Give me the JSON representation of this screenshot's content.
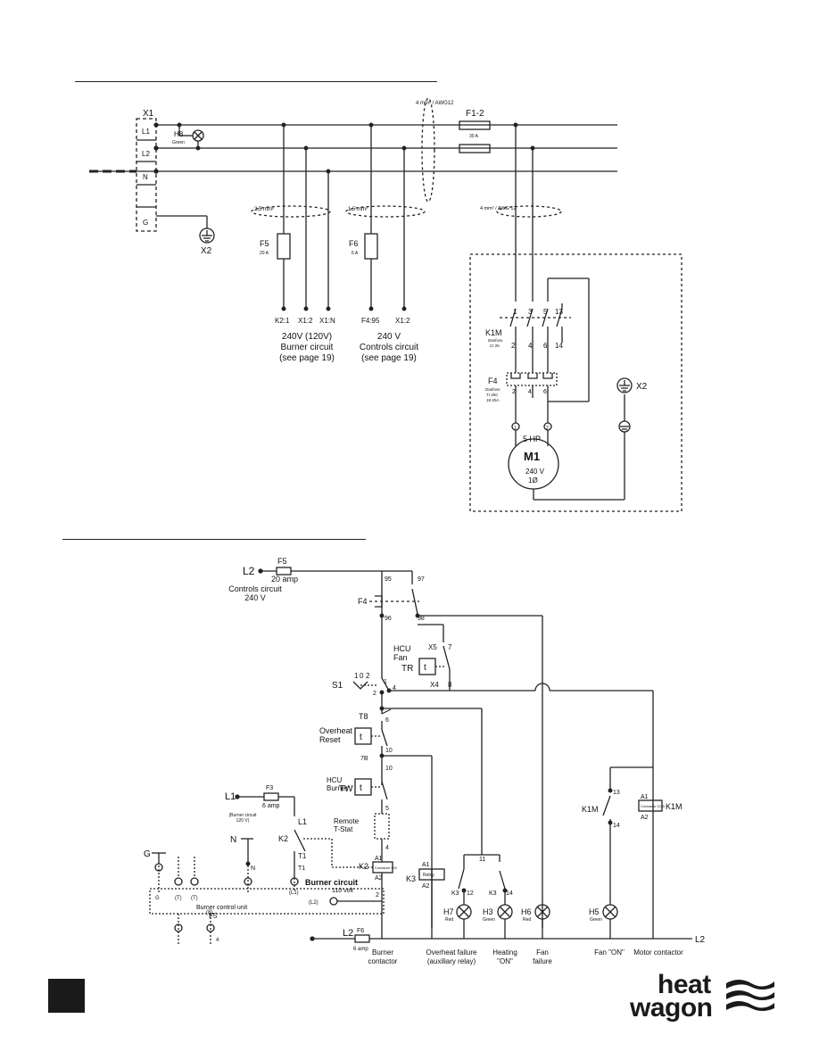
{
  "top_diagram": {
    "terminal_strip": {
      "name": "X1",
      "terminals": [
        "L1",
        "L2",
        "N",
        "G"
      ]
    },
    "pilot_light": {
      "name": "H8",
      "color": "Green"
    },
    "ground": {
      "name": "X2"
    },
    "cable_main": "4 mm² / AWG12",
    "cable_burner": "2,5 mm²",
    "cable_controls": "1,5 mm²",
    "cable_motor": "4 mm² / AWG 12",
    "fuse_main": {
      "name": "F1-2",
      "rating": "30 A"
    },
    "fuse_burner": {
      "name": "F5",
      "rating": "20 A"
    },
    "fuse_controls": {
      "name": "F6",
      "rating": "6 A"
    },
    "burner_terminals": [
      "K2:1",
      "X1:2",
      "X1:N"
    ],
    "controls_terminals": [
      "F4:95",
      "X1:2"
    ],
    "burner_caption": [
      "240V (120V)",
      "Burner circuit",
      "(see page 19)"
    ],
    "controls_caption": [
      "240 V",
      "Controls circuit",
      "(see page 19)"
    ],
    "contactor": {
      "name": "K1M",
      "maker": "Danfoss",
      "model": "CI 25",
      "top_pins": [
        "1",
        "3",
        "5",
        "13"
      ],
      "bottom_pins": [
        "2",
        "4",
        "6",
        "14"
      ]
    },
    "overload": {
      "name": "F4",
      "maker": "Danfoss",
      "model": "TI 25C",
      "range": "18-25A",
      "pins": [
        "2",
        "4",
        "6"
      ]
    },
    "motor": {
      "name": "M1",
      "power": "5 HP",
      "voltage": "240 V",
      "phase": "1Ø",
      "terminals": [
        "1",
        "2"
      ]
    },
    "motor_ground": "X2"
  },
  "bottom_diagram": {
    "supply": {
      "line": "L2",
      "fuse": "F5",
      "rating": "20 amp",
      "caption": [
        "Controls circuit",
        "240 V"
      ]
    },
    "overload_contacts": {
      "name": "F4",
      "pins": [
        "95",
        "97",
        "96",
        "98"
      ]
    },
    "fan_timer": {
      "name": "TR",
      "symbol": "t",
      "label": [
        "HCU",
        "Fan"
      ],
      "terminals": [
        "X5",
        "7",
        "X4",
        "8"
      ]
    },
    "selector": {
      "name": "S1",
      "positions": [
        "1",
        "0",
        "2"
      ],
      "pins": [
        "1",
        "2",
        "4"
      ]
    },
    "overheat": {
      "name": "T8",
      "symbol": "t",
      "label": [
        "Overheat",
        "Reset"
      ],
      "pins": [
        "6",
        "10",
        "10"
      ],
      "wire": "7B"
    },
    "burner_thermostat": {
      "name": "TW",
      "symbol": "t",
      "label": [
        "HCU",
        "Burner"
      ]
    },
    "remote_tstat": {
      "label": [
        "Remote",
        "T-Stat"
      ],
      "pins": [
        "5",
        "4"
      ]
    },
    "burner_side": {
      "line": "L1",
      "fuse": "F3",
      "rating": "6 amp",
      "caption": [
        "(Burner circuit",
        "120 V)"
      ],
      "contact": "K2",
      "pins": [
        "L1",
        "T1",
        "T1",
        "N"
      ],
      "ground": "G",
      "unit_label": "Burner control unit",
      "unit_fuse": "F5",
      "unit_terminals": [
        "G",
        "(T)",
        "(T)",
        "(L1)",
        "(L2)",
        "(8)",
        "4"
      ],
      "circuit_caption": [
        "Burner circuit",
        "110 volt"
      ],
      "pin2": "2"
    },
    "burner_contactor": {
      "name": "K2",
      "label": "Contactor CI9",
      "coil": [
        "A1",
        "A2"
      ],
      "caption": [
        "Burner",
        "contactor"
      ]
    },
    "relay": {
      "name": "K3",
      "label": "Relay",
      "coil": [
        "A1",
        "A2"
      ],
      "pins": [
        "11",
        "12",
        "14"
      ],
      "caption": [
        "Overheat failure",
        "(auxiliary relay)"
      ]
    },
    "lamp_H7": {
      "name": "H7",
      "color": "Red"
    },
    "lamp_H3": {
      "name": "H3",
      "color": "Green",
      "caption": [
        "Heating",
        "\"ON\""
      ]
    },
    "lamp_H6": {
      "name": "H6",
      "color": "Red",
      "caption": [
        "Fan",
        "failure"
      ]
    },
    "lamp_H5": {
      "name": "H5",
      "color": "Green",
      "caption": [
        "Fan \"ON\""
      ]
    },
    "motor_contactor": {
      "name": "K1M",
      "label": "Contactor CI25",
      "coil": [
        "A1",
        "A2"
      ],
      "aux": [
        "13",
        "14"
      ],
      "caption": [
        "Motor contactor"
      ]
    },
    "return_line": {
      "line": "L2",
      "fuse": "F6",
      "rating": "6 amp",
      "end_label": "L2"
    }
  },
  "logo": {
    "word1": "heat",
    "word2": "wagon"
  }
}
